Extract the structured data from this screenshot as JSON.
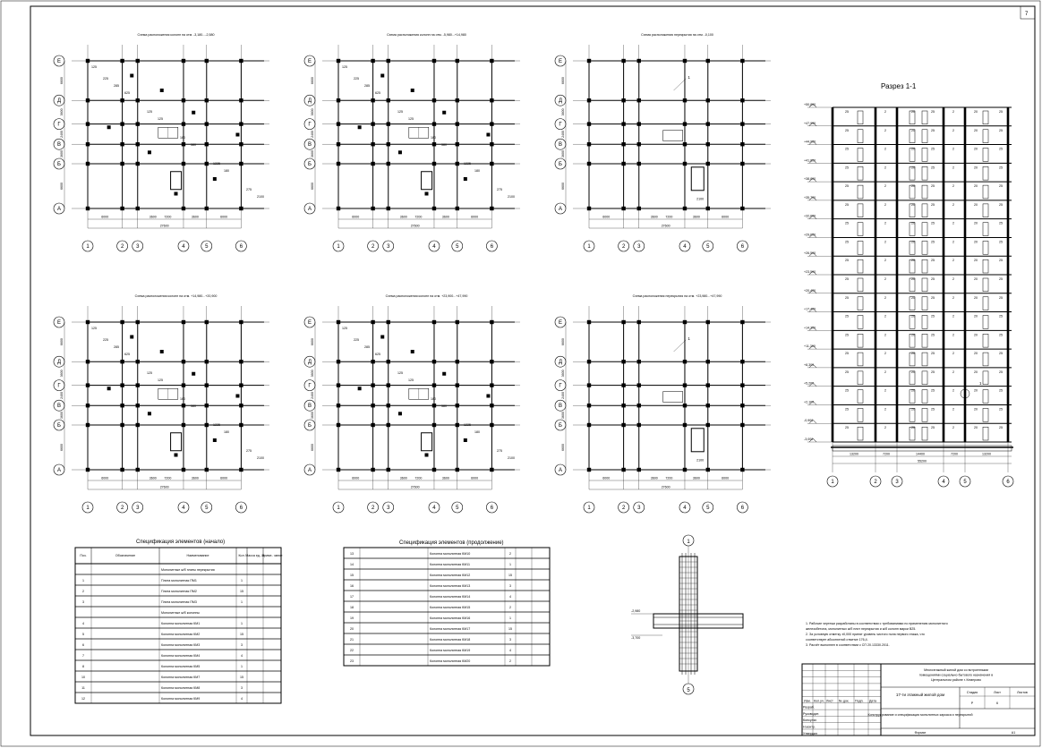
{
  "sheet_number": "7",
  "plans": [
    {
      "title": "Схема расположения колонн на отм. -3,180...-2,580",
      "mode": "full",
      "dims": [
        "6000",
        "3600",
        "7200",
        "3600",
        "6000"
      ],
      "total": "27600",
      "row_dims": [
        "6600",
        "3600",
        "2400",
        "3600",
        "6600"
      ]
    },
    {
      "title": "Схема расположения колонн на отм. -5,980...+14,980",
      "mode": "full",
      "dims": [
        "6000",
        "3600",
        "7200",
        "3600",
        "6000"
      ],
      "total": "27600",
      "row_dims": [
        "6600",
        "3600",
        "2400",
        "3600",
        "6600"
      ]
    },
    {
      "title": "Схема расположения перекрытия на отм. -0,100",
      "mode": "slab",
      "dims": [
        "6000",
        "3600",
        "7200",
        "3600",
        "6000"
      ],
      "total": "27600",
      "row_dims": [
        "6600",
        "3600",
        "2400",
        "3600",
        "6600"
      ]
    },
    {
      "title": "Схема расположения колонн на отм. +14,980...+20,900",
      "mode": "full",
      "dims": [
        "6000",
        "3600",
        "7200",
        "3600",
        "6000"
      ],
      "total": "27600",
      "row_dims": [
        "6600",
        "3600",
        "2400",
        "3600",
        "6600"
      ]
    },
    {
      "title": "Схема расположения колонн на отм. +23,900...+47,990",
      "mode": "full",
      "dims": [
        "6000",
        "3600",
        "7200",
        "3600",
        "6000"
      ],
      "total": "27600",
      "row_dims": [
        "6600",
        "3600",
        "2400",
        "3600",
        "6600"
      ]
    },
    {
      "title": "Схема расположения перекрытия на отм. +23,980...+47,990",
      "mode": "slab",
      "dims": [
        "6000",
        "3600",
        "7200",
        "3600",
        "6000"
      ],
      "total": "27600",
      "row_dims": [
        "6600",
        "3600",
        "2400",
        "3600",
        "6600"
      ]
    }
  ],
  "axes_letters": [
    "Е",
    "Д",
    "Г",
    "В",
    "Б",
    "А"
  ],
  "axes_numbers": [
    "1",
    "2",
    "3",
    "4",
    "5",
    "6"
  ],
  "section": {
    "title": "Разрез 1-1",
    "levels": [
      "+50,800",
      "+47,990",
      "+44,900",
      "+41,800",
      "+38,800",
      "+35,700",
      "+32,600",
      "+29,600",
      "+26,500",
      "+23,500",
      "+20,400",
      "+17,400",
      "+14,300",
      "+11,300",
      "+8,300",
      "+5,200",
      "+2,100",
      "-0,900",
      "-3,000"
    ],
    "dims": [
      "13200",
      "7200",
      "14400",
      "7200",
      "13200"
    ],
    "total": "55200",
    "axes": [
      "1",
      "2",
      "3",
      "4",
      "5",
      "6"
    ]
  },
  "spec1": {
    "title": "Спецификация элементов (начало)",
    "headers": [
      "Поз.",
      "Обозначение",
      "Наименование",
      "Кол.",
      "Масса ед., кг",
      "Приме- чание"
    ],
    "rows": [
      [
        "",
        "",
        "Монолитные ж/б плиты перекрытия",
        "",
        "",
        ""
      ],
      [
        "1",
        "",
        "Плита монолитная ПМ1",
        "1",
        "",
        ""
      ],
      [
        "2",
        "",
        "Плита монолитная ПМ2",
        "15",
        "",
        ""
      ],
      [
        "3",
        "",
        "Плита монолитная ПМ3",
        "1",
        "",
        ""
      ],
      [
        "",
        "",
        "Монолитные ж/б колонны",
        "",
        "",
        ""
      ],
      [
        "4",
        "",
        "Колонна монолитная КМ1",
        "1",
        "",
        ""
      ],
      [
        "5",
        "",
        "Колонна монолитная КМ2",
        "15",
        "",
        ""
      ],
      [
        "6",
        "",
        "Колонна монолитная КМ3",
        "3",
        "",
        ""
      ],
      [
        "7",
        "",
        "Колонна монолитная КМ4",
        "4",
        "",
        ""
      ],
      [
        "8",
        "",
        "Колонна монолитная КМ5",
        "1",
        "",
        ""
      ],
      [
        "10",
        "",
        "Колонна монолитная КМ7",
        "15",
        "",
        ""
      ],
      [
        "11",
        "",
        "Колонна монолитная КМ8",
        "3",
        "",
        ""
      ],
      [
        "12",
        "",
        "Колонна монолитная КМ9",
        "4",
        "",
        ""
      ]
    ]
  },
  "spec2": {
    "title": "Спецификация элементов (продолжение)",
    "rows": [
      [
        "13",
        "",
        "Колонна монолитная КМ10",
        "2",
        "",
        ""
      ],
      [
        "14",
        "",
        "Колонна монолитная КМ11",
        "1",
        "",
        ""
      ],
      [
        "15",
        "",
        "Колонна монолитная КМ12",
        "15",
        "",
        ""
      ],
      [
        "16",
        "",
        "Колонна монолитная КМ13",
        "3",
        "",
        ""
      ],
      [
        "17",
        "",
        "Колонна монолитная КМ14",
        "4",
        "",
        ""
      ],
      [
        "18",
        "",
        "Колонна монолитная КМ15",
        "2",
        "",
        ""
      ],
      [
        "19",
        "",
        "Колонна монолитная КМ16",
        "1",
        "",
        ""
      ],
      [
        "20",
        "",
        "Колонна монолитная КМ17",
        "15",
        "",
        ""
      ],
      [
        "21",
        "",
        "Колонна монолитная КМ18",
        "3",
        "",
        ""
      ],
      [
        "22",
        "",
        "Колонна монолитная КМ19",
        "4",
        "",
        ""
      ],
      [
        "23",
        "",
        "Колонна монолитная КМ20",
        "2",
        "",
        ""
      ]
    ]
  },
  "node": {
    "top_axis": "1",
    "bottom_axis": "5",
    "levels": [
      "-2,980",
      "-3,700"
    ]
  },
  "notes": [
    "1. Рабочие чертежи разработаны в соответствии с требованиями по применению монолитного",
    "железобетона, монолитных ж/б плит перекрытия и ж/б колонн марки В25.",
    "2. За условную отметку ±0,000 принят уровень чистого пола первого этажа, что",
    "соответствует абсолютной отметке 176,4.",
    "3. Расчёт выполнен в соответствии с СП 20.13330.2011."
  ],
  "stamp": {
    "project": "Многоэтажный жилой дом со встроенными помещениями социально-бытового назначения в Центральном районе г. Кемерово",
    "building": "17-ти этажный жилой дом",
    "sheet_title": "Конструирование и спецификация монолитных каркаса и перекрытий",
    "stage_headers": [
      "Стадия",
      "Лист",
      "Листов"
    ],
    "stage_values": [
      "Р",
      "6",
      ""
    ],
    "row_labels": [
      "Изм.",
      "Кол.уч.",
      "Лист",
      "№ док.",
      "Подп.",
      "Дата"
    ],
    "roles": [
      "Разраб.",
      "Руководит.",
      "Консульт.",
      "Н.контр.",
      "Утвердил"
    ],
    "format_label": "Формат",
    "format_value": "А1"
  }
}
